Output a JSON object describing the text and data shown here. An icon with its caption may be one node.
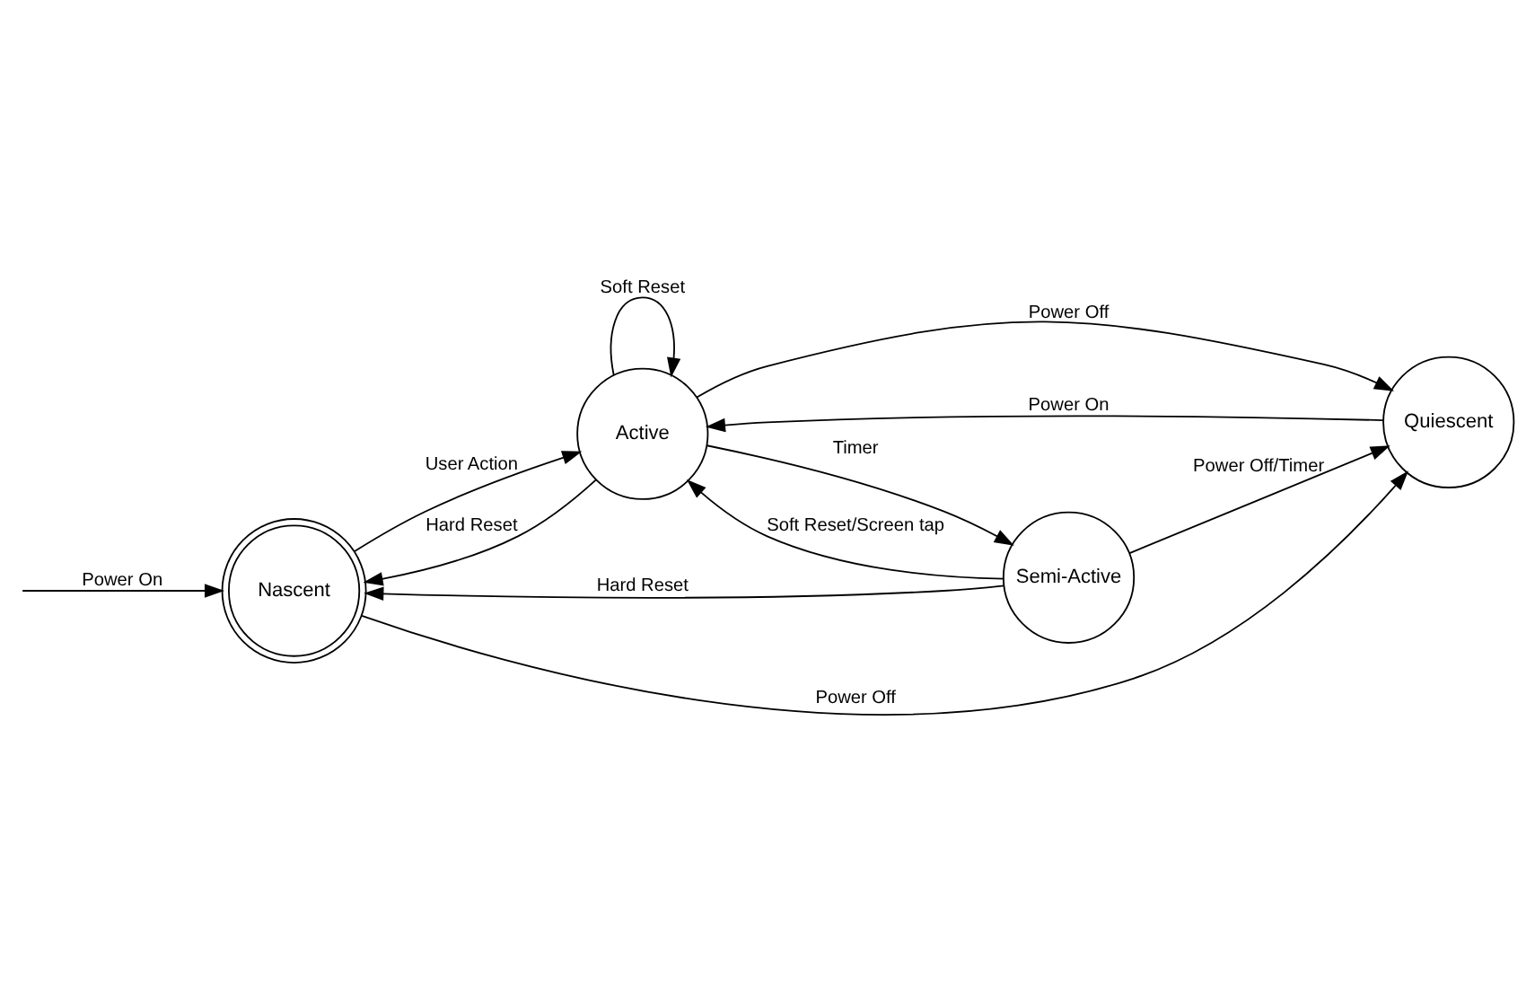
{
  "diagram": {
    "nodes": [
      {
        "text": [
          "Nascent"
        ]
      },
      {
        "text": [
          "Semi-Active"
        ]
      },
      {
        "text": [
          "Active"
        ]
      },
      {
        "text": [
          "Quiescent"
        ]
      }
    ],
    "edges": [
      {
        "from": null,
        "to": 0,
        "arrow": "to",
        "label": "Power On"
      },
      {
        "from": 0,
        "to": 2,
        "arrow": "to",
        "label": "User Action"
      },
      {
        "from": 2,
        "to": 0,
        "arrow": "to",
        "label": "Hard Reset"
      },
      {
        "from": 1,
        "to": 0,
        "arrow": "to",
        "label": "Hard Reset"
      },
      {
        "from": 0,
        "to": 3,
        "arrow": "to",
        "label": "Power Off"
      },
      {
        "from": 2,
        "to": 1,
        "arrow": "to",
        "label": "Timer"
      },
      {
        "from": 1,
        "to": 2,
        "arrow": "to",
        "label": "Soft Reset/Screen tap"
      },
      {
        "from": 2,
        "to": 2,
        "arrow": "to",
        "label": "Soft Reset"
      },
      {
        "from": 1,
        "to": 3,
        "arrow": "to",
        "label": "Power Off/Timer"
      },
      {
        "from": 3,
        "to": 2,
        "arrow": "to",
        "label": "Power On"
      },
      {
        "from": 2,
        "to": 3,
        "arrow": "to",
        "label": "Power Off"
      }
    ]
  }
}
